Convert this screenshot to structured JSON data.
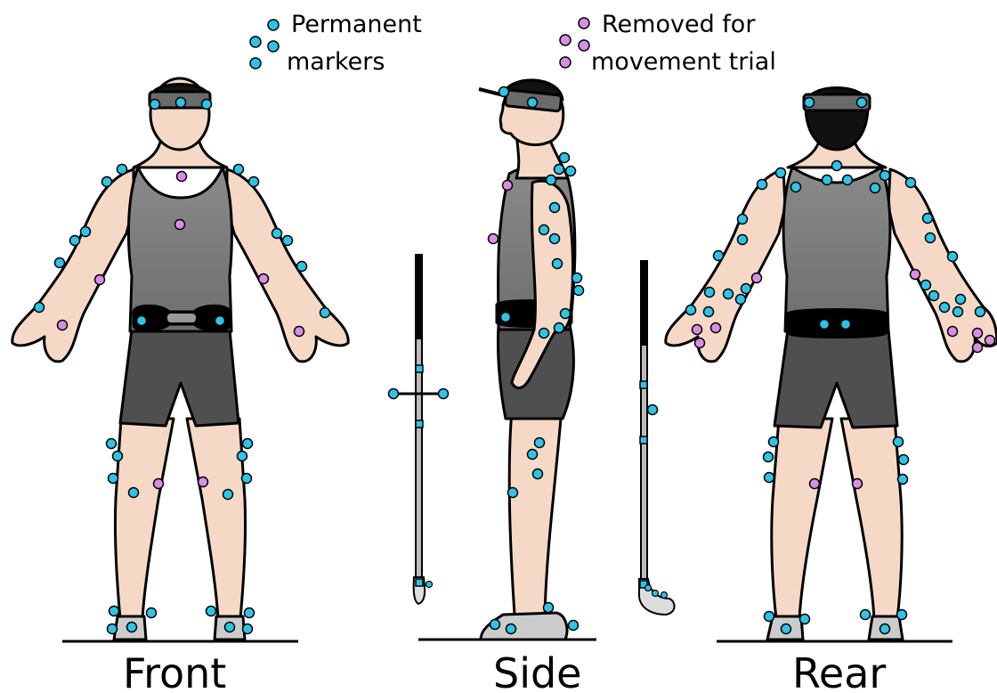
{
  "legend": {
    "permanent": {
      "line1": "Permanent",
      "line2": "markers",
      "color": "#2ec4e8"
    },
    "removed": {
      "line1": "Removed for",
      "line2": "movement trial",
      "color": "#d98ee6"
    }
  },
  "views": {
    "front": "Front",
    "side": "Side",
    "rear": "Rear"
  },
  "colors": {
    "skin": "#f5d9c6",
    "shirt": "#7d7d7d",
    "shorts": "#4f4f4f",
    "outline": "#000000",
    "shoe": "#cccccc",
    "club_shaft": "#bbbbbb"
  }
}
